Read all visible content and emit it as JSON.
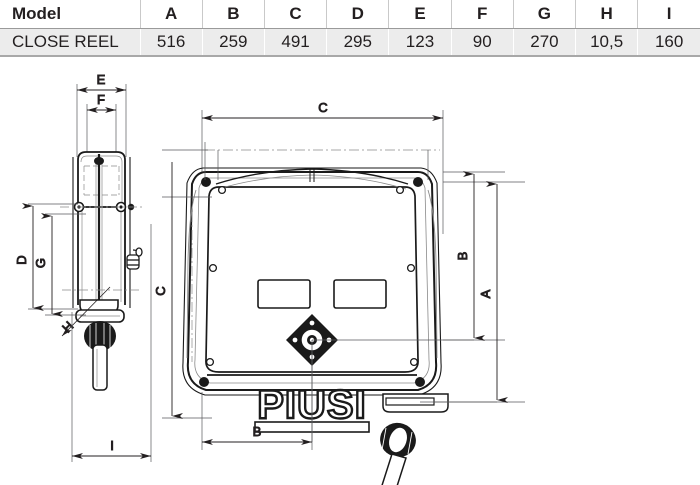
{
  "table": {
    "headers": [
      "Model",
      "A",
      "B",
      "C",
      "D",
      "E",
      "F",
      "G",
      "H",
      "I"
    ],
    "rows": [
      {
        "model": "CLOSE REEL",
        "A": "516",
        "B": "259",
        "C": "491",
        "D": "295",
        "E": "123",
        "F": "90",
        "G": "270",
        "H": "10,5",
        "I": "160"
      }
    ]
  },
  "drawing": {
    "brand_logo": "PIUSI",
    "side_view": {
      "name": "side-view",
      "dimension_labels": {
        "E": "E",
        "F": "F",
        "D": "D",
        "G": "G",
        "H": "H",
        "I": "I"
      }
    },
    "front_view": {
      "name": "front-view",
      "dimension_labels": {
        "C_horizontal": "C",
        "C_vertical": "C",
        "A": "A",
        "B_vertical": "B",
        "B_horizontal": "B"
      }
    }
  },
  "colors": {
    "ink": "#231f20",
    "line": "#1a1a1a",
    "dim_line": "#58595b",
    "header_rule": "#9a9a9a",
    "row_fill": "#ececec",
    "bottom_rule": "#a8a8a8"
  }
}
